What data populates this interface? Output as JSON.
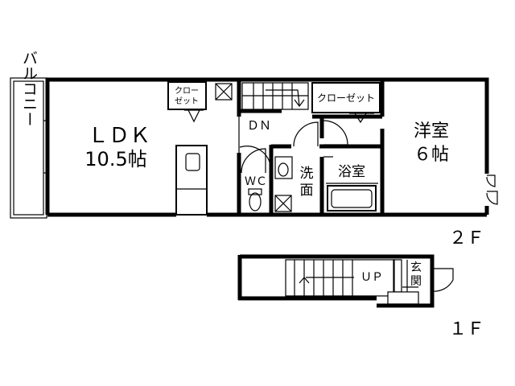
{
  "rooms": {
    "balcony": "バルコニー",
    "ldk_name": "ＬＤＫ",
    "ldk_size": "10.5帖",
    "closet_small_line1": "クロー",
    "closet_small_line2": "ゼット",
    "dn": "ＤＮ",
    "closet": "クローゼット",
    "western_name": "洋室",
    "western_size": "６帖",
    "wc": "ＷＣ",
    "washroom_line1": "洗",
    "washroom_line2": "面",
    "bathroom": "浴室",
    "up": "ＵＰ",
    "entrance_line1": "玄",
    "entrance_line2": "関"
  },
  "floors": {
    "second": "２Ｆ",
    "first": "１Ｆ"
  }
}
